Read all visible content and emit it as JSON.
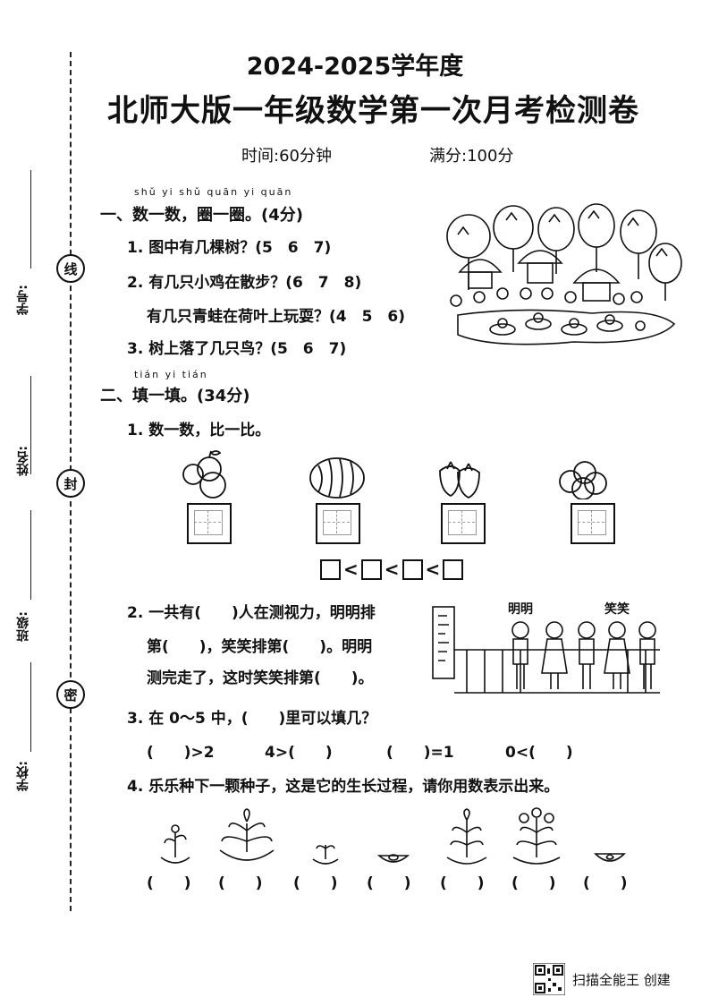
{
  "header": {
    "year": "2024-2025学年度",
    "title": "北师大版一年级数学第一次月考检测卷",
    "time": "时间:60分钟",
    "score": "满分:100分"
  },
  "binding": {
    "seal_chars": [
      "线",
      "封",
      "密"
    ],
    "fields": [
      "学号:",
      "姓名:",
      "班级:",
      "学校:"
    ]
  },
  "section1": {
    "pinyin": "shǔ yi shǔ   quān yi quān",
    "title": "一、数一数，圈一圈。(4分)",
    "q1": "1. 图中有几棵树？(5　6　7)",
    "q2a": "2. 有几只小鸡在散步？(6　7　8)",
    "q2b": "有几只青蛙在荷叶上玩耍？(4　5　6)",
    "q3": "3. 树上落了几只鸟？(5　6　7)"
  },
  "section2": {
    "pinyin": "tián yi tián",
    "title": "二、填一填。(34分)",
    "q1": "1. 数一数，比一比。",
    "q2_l1": "2. 一共有(　　)人在测视力，明明排",
    "q2_l2": "第(　　)，笑笑排第(　　)。明明",
    "q2_l3": "测完走了，这时笑笑排第(　　)。",
    "name_mingming": "明明",
    "name_xiaoxiao": "笑笑",
    "q3": "3. 在 0～5 中，(　　)里可以填几？",
    "q3_items": [
      "(　　)>2",
      "4>(　　)",
      "(　　)=1",
      "0<(　　)"
    ],
    "q4": "4. 乐乐种下一颗种子，这是它的生长过程，请你用数表示出来。",
    "paren": "(　　)"
  },
  "footer": {
    "watermark": "扫描全能王  创建"
  }
}
